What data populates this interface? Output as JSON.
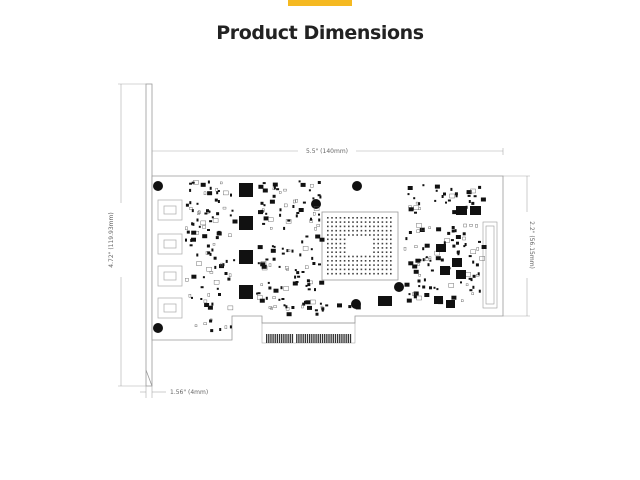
{
  "header": {
    "title": "Product Dimensions",
    "accent_color": "#f5b921"
  },
  "dimensions": {
    "width_label": "5.5\" (140mm)",
    "height_label": "4.72\" (119.93mm)",
    "board_height_label": "2.2\" (56.15mm)",
    "offset_label": "1.56\" (4mm)"
  },
  "colors": {
    "ink": "#111111",
    "outline": "#999999",
    "dimension_line": "#aaaaaa",
    "gold_finger": "#333333"
  }
}
